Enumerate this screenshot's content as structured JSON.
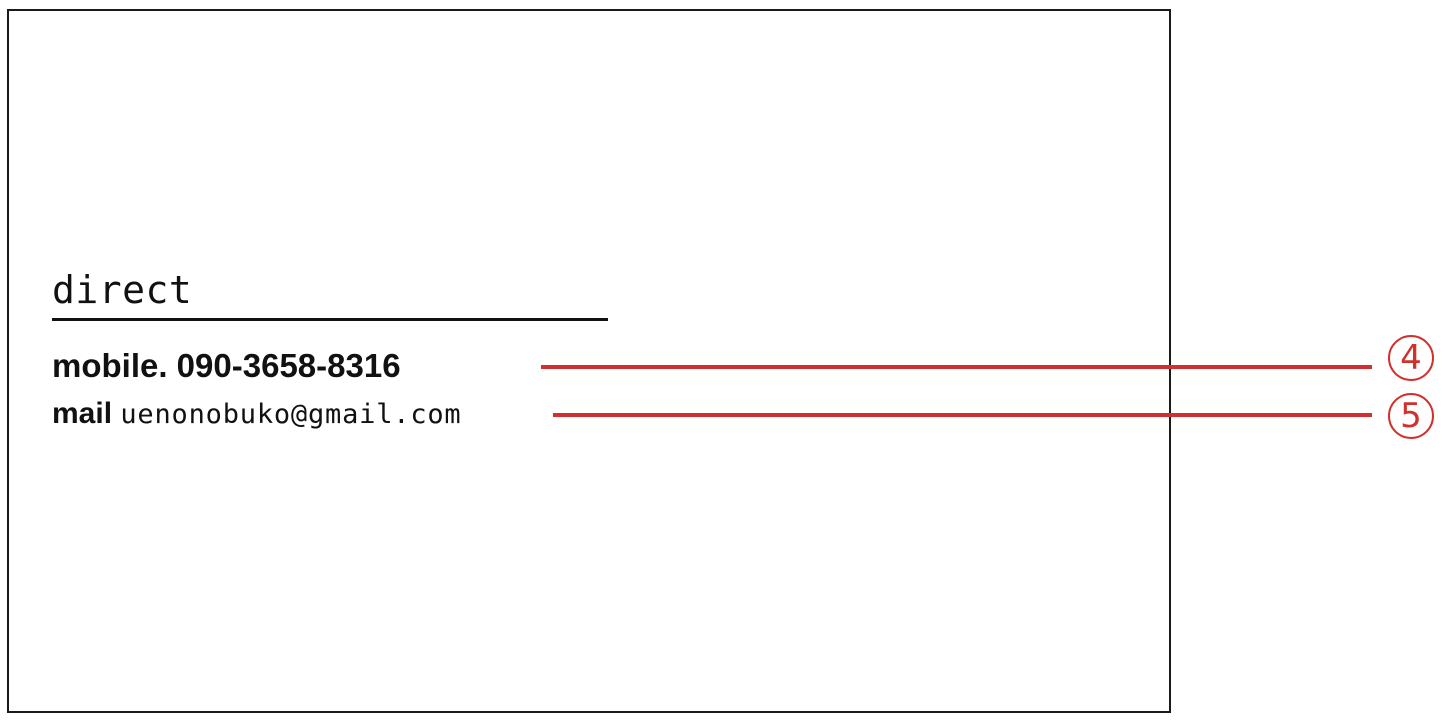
{
  "card": {
    "section_heading": "direct",
    "mobile": {
      "text": "mobile. 090-3658-8316"
    },
    "mail": {
      "label": "mail",
      "value": "uenonobuko@gmail.com"
    }
  },
  "callouts": [
    {
      "number": "4",
      "target": "mobile"
    },
    {
      "number": "5",
      "target": "mail"
    }
  ],
  "colors": {
    "callout": "#d0312d",
    "text": "#111111",
    "border": "#1a1a1a"
  }
}
